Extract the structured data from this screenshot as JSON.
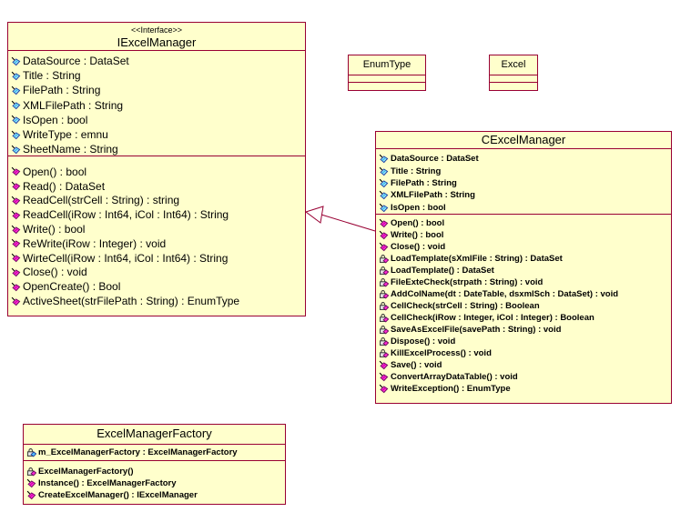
{
  "diagram": {
    "colors": {
      "box_fill": "#FFFFCC",
      "box_border": "#990033",
      "text": "#000000",
      "attribute_gem": "#8FE1FF",
      "method_gem": "#FF2AD4"
    },
    "classes": {
      "IExcelManager": {
        "stereotype": "<<Interface>>",
        "name": "IExcelManager",
        "attributes": [
          {
            "icon": "attribute-icon",
            "text": "DataSource : DataSet"
          },
          {
            "icon": "attribute-icon",
            "text": "Title : String"
          },
          {
            "icon": "attribute-icon",
            "text": "FilePath : String"
          },
          {
            "icon": "attribute-icon",
            "text": "XMLFilePath : String"
          },
          {
            "icon": "attribute-icon",
            "text": "IsOpen : bool"
          },
          {
            "icon": "attribute-icon",
            "text": "WriteType : emnu"
          },
          {
            "icon": "attribute-icon",
            "text": "SheetName : String"
          }
        ],
        "methods": [
          {
            "icon": "method-icon",
            "text": "Open() : bool"
          },
          {
            "icon": "method-icon",
            "text": "Read() : DataSet"
          },
          {
            "icon": "method-icon",
            "text": "ReadCell(strCell : String) : string"
          },
          {
            "icon": "method-icon",
            "text": "ReadCell(iRow : Int64, iCol : Int64) : String"
          },
          {
            "icon": "method-icon",
            "text": "Write() : bool"
          },
          {
            "icon": "method-icon",
            "text": "ReWrite(iRow : Integer) : void"
          },
          {
            "icon": "method-icon",
            "text": "WirteCell(iRow : Int64, iCol : Int64) : String"
          },
          {
            "icon": "method-icon",
            "text": "Close() : void"
          },
          {
            "icon": "method-icon",
            "text": "OpenCreate() : Bool"
          },
          {
            "icon": "method-icon",
            "text": "ActiveSheet(strFilePath : String) : EnumType"
          }
        ]
      },
      "EnumType": {
        "name": "EnumType",
        "attributes": [],
        "methods": []
      },
      "Excel": {
        "name": "Excel",
        "attributes": [],
        "methods": []
      },
      "CExcelManager": {
        "name": "CExcelManager",
        "attributes": [
          {
            "icon": "attribute-icon",
            "text": "DataSource : DataSet"
          },
          {
            "icon": "attribute-icon",
            "text": "Title : String"
          },
          {
            "icon": "attribute-icon",
            "text": "FilePath : String"
          },
          {
            "icon": "attribute-icon",
            "text": "XMLFilePath : String"
          },
          {
            "icon": "attribute-icon",
            "text": "IsOpen : bool"
          }
        ],
        "methods": [
          {
            "icon": "method-icon",
            "text": "Open() : bool"
          },
          {
            "icon": "method-icon",
            "text": "Write() : bool"
          },
          {
            "icon": "method-icon",
            "text": "Close() : void"
          },
          {
            "icon": "private-method-icon",
            "text": "LoadTemplate(sXmlFile : String) : DataSet"
          },
          {
            "icon": "private-method-icon",
            "text": "LoadTemplate() : DataSet"
          },
          {
            "icon": "private-method-icon",
            "text": "FileExteCheck(strpath : String) : void"
          },
          {
            "icon": "private-method-icon",
            "text": "AddColName(dt : DateTable, dsxmlSch : DataSet) : void"
          },
          {
            "icon": "private-method-icon",
            "text": "CellCheck(strCell : String) : Boolean"
          },
          {
            "icon": "private-method-icon",
            "text": "CellCheck(iRow : Integer, iCol : Integer) : Boolean"
          },
          {
            "icon": "private-method-icon",
            "text": "SaveAsExcelFile(savePath : String) : void"
          },
          {
            "icon": "private-method-icon",
            "text": "Dispose() : void"
          },
          {
            "icon": "private-method-icon",
            "text": "KillExcelProcess() : void"
          },
          {
            "icon": "method-icon",
            "text": "Save() : void"
          },
          {
            "icon": "method-icon",
            "text": "ConvertArrayDataTable() : void"
          },
          {
            "icon": "method-icon",
            "text": "WriteException() : EnumType"
          }
        ]
      },
      "ExcelManagerFactory": {
        "name": "ExcelManagerFactory",
        "attributes": [
          {
            "icon": "private-attribute-icon",
            "text": "m_ExcelManagerFactory : ExcelManagerFactory"
          }
        ],
        "methods": [
          {
            "icon": "private-method-icon",
            "text": "ExcelManagerFactory()"
          },
          {
            "icon": "method-icon",
            "text": "Instance() : ExcelManagerFactory"
          },
          {
            "icon": "method-icon",
            "text": "CreateExcelManager() : IExcelManager"
          }
        ]
      }
    },
    "relations": [
      {
        "type": "generalization",
        "from": "CExcelManager",
        "to": "IExcelManager"
      }
    ]
  }
}
